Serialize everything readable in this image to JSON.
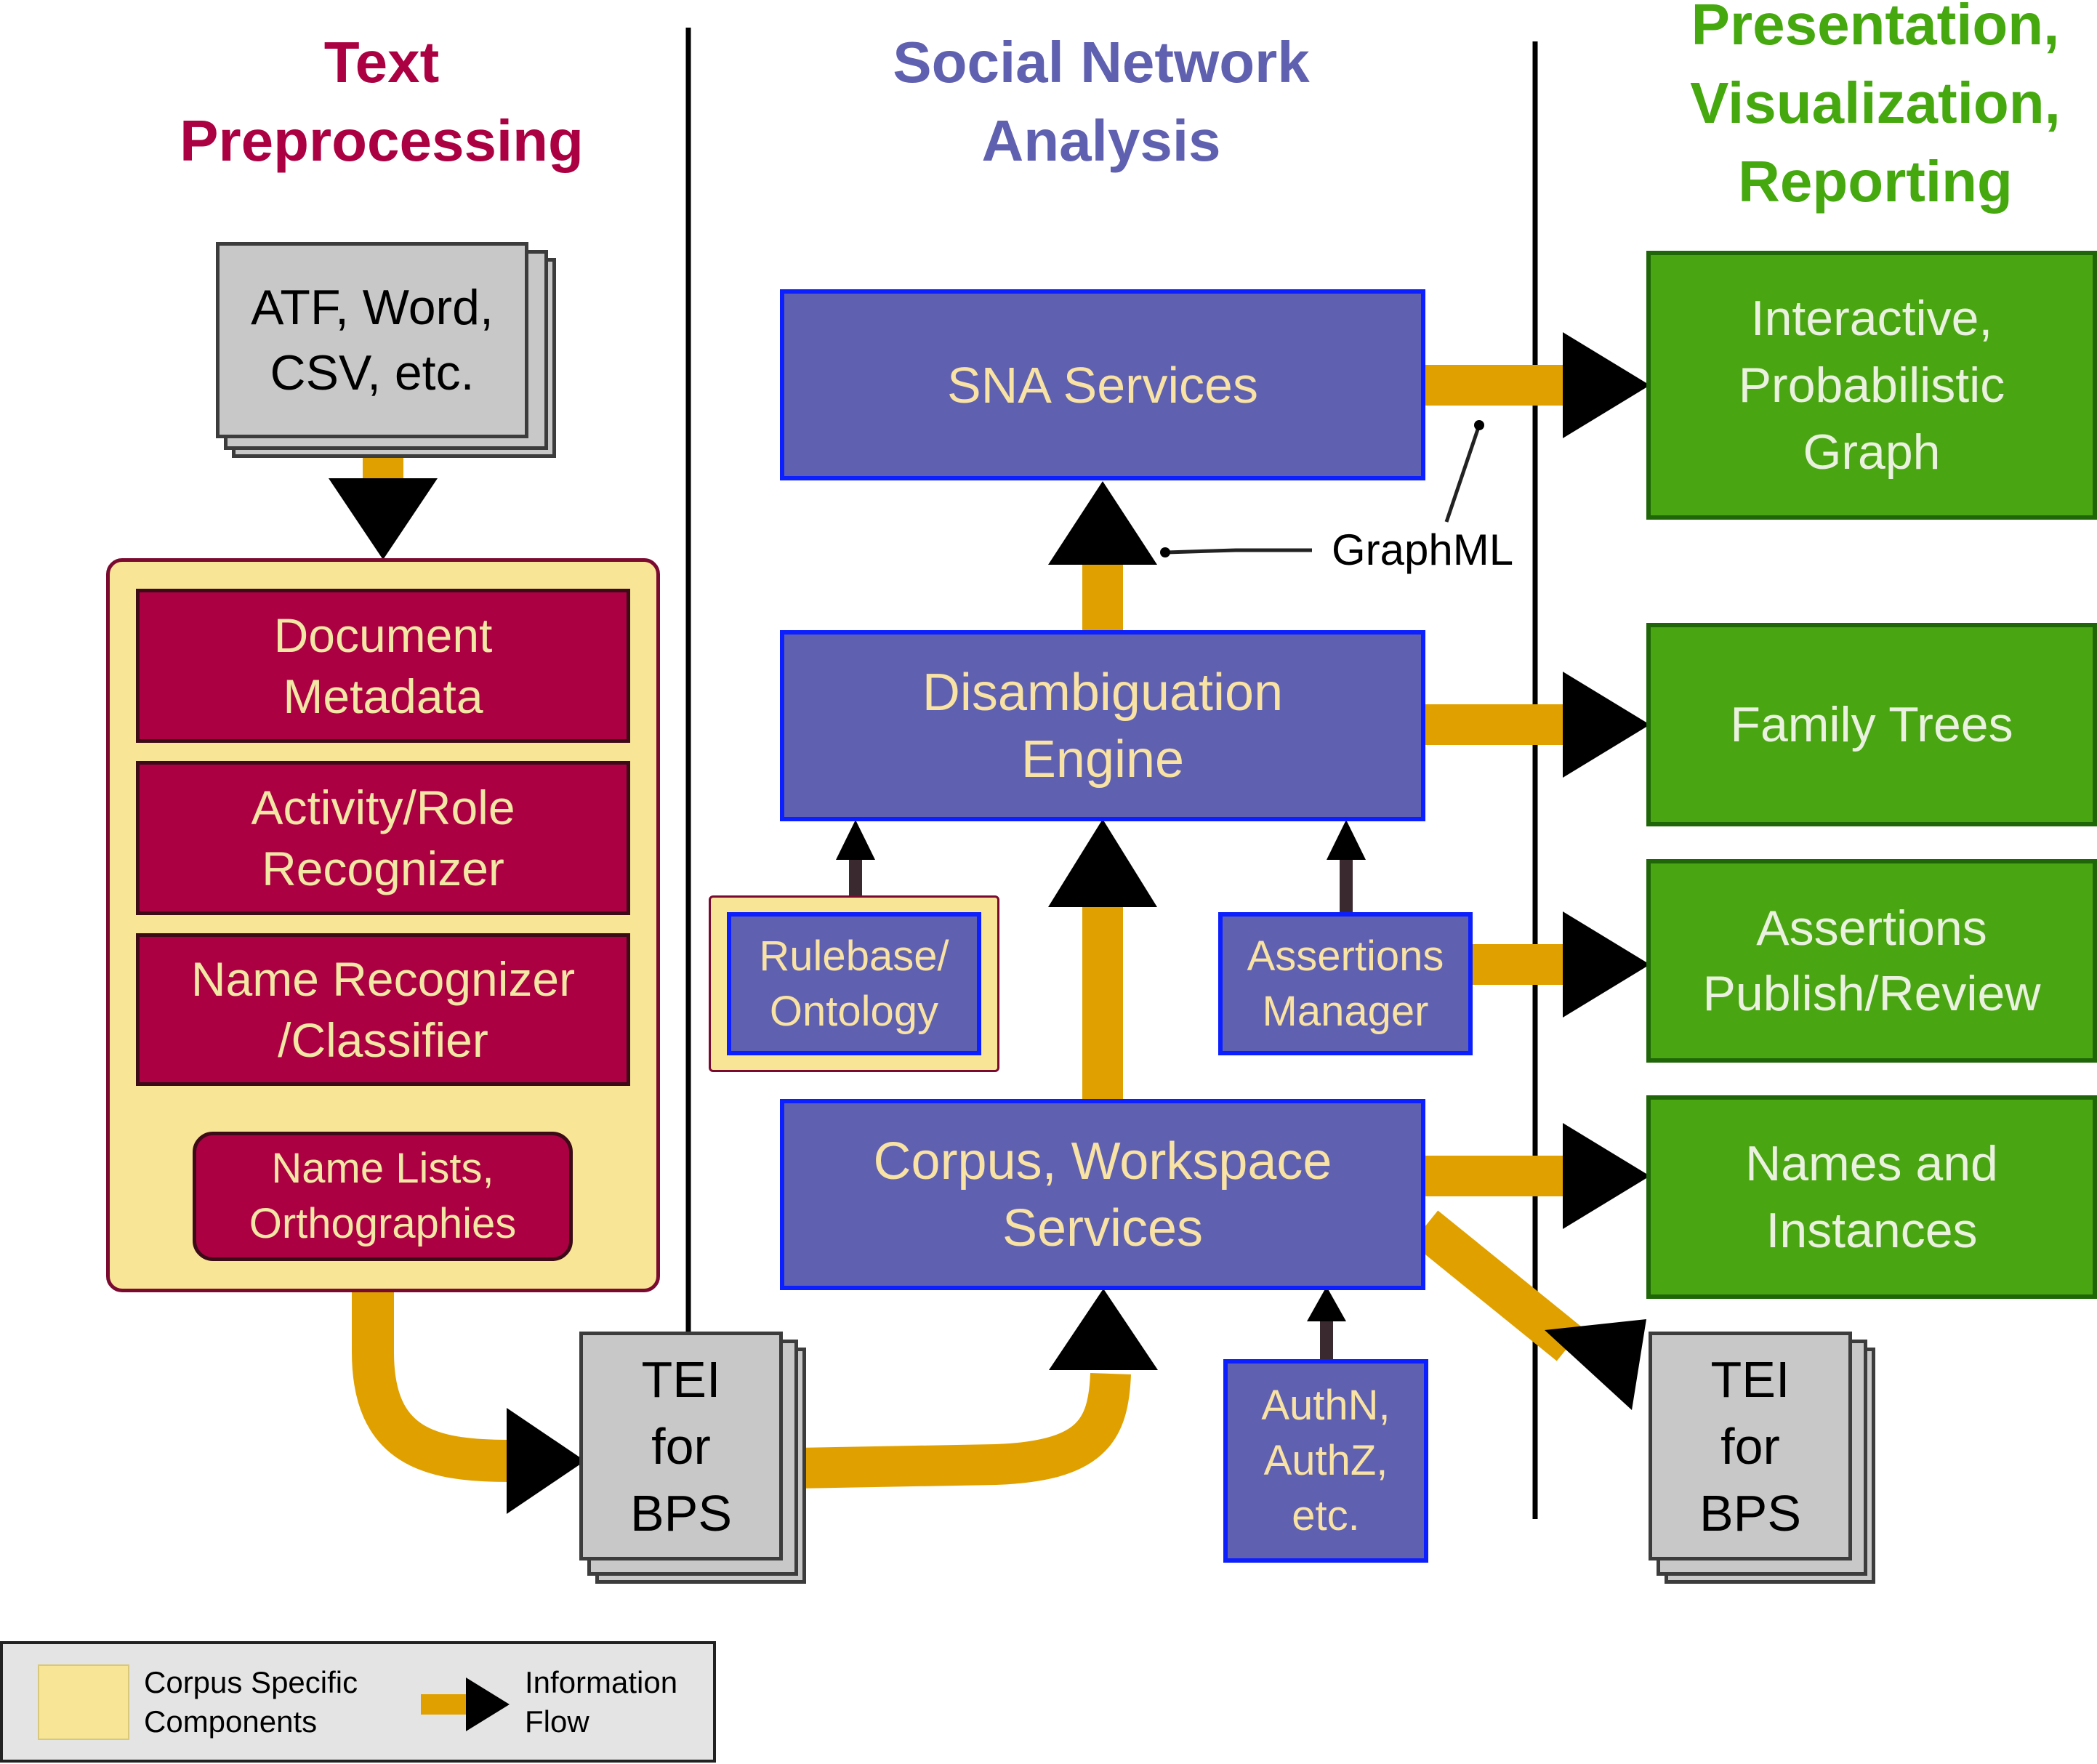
{
  "columns": {
    "text_preprocessing": "Text\nPreprocessing",
    "social_network_analysis": "Social Network\nAnalysis",
    "presentation": "Presentation,\nVisualization,\nReporting"
  },
  "text_preprocessing": {
    "input_formats": "ATF, Word,\nCSV, etc.",
    "document_metadata": "Document\nMetadata",
    "activity_role_recognizer": "Activity/Role\nRecognizer",
    "name_recognizer": "Name Recognizer\n/Classifier",
    "name_lists": "Name Lists,\nOrthographies"
  },
  "tei_left": "TEI\nfor\nBPS",
  "sna": {
    "sna_services": "SNA Services",
    "graphml": "GraphML",
    "disambiguation_engine": "Disambiguation\nEngine",
    "rulebase_ontology": "Rulebase/\nOntology",
    "assertions_manager": "Assertions\nManager",
    "corpus_workspace_services": "Corpus, Workspace\nServices",
    "auth": "AuthN,\nAuthZ,\netc."
  },
  "presentation": {
    "interactive_graph": "Interactive,\nProbabilistic\nGraph",
    "family_trees": "Family Trees",
    "assertions_publish_review": "Assertions\nPublish/Review",
    "names_and_instances": "Names and\nInstances",
    "tei_right": "TEI\nfor\nBPS"
  },
  "legend": {
    "corpus_specific": "Corpus Specific\nComponents",
    "information_flow": "Information\nFlow"
  },
  "colors": {
    "maroon": "#ab0042",
    "corpus_specific_yellow": "#f8e596",
    "sna_blue": "#6060b0",
    "presentation_green": "#4aa512",
    "flow_orange": "#e0a100",
    "document_gray": "#c8c8c8"
  }
}
